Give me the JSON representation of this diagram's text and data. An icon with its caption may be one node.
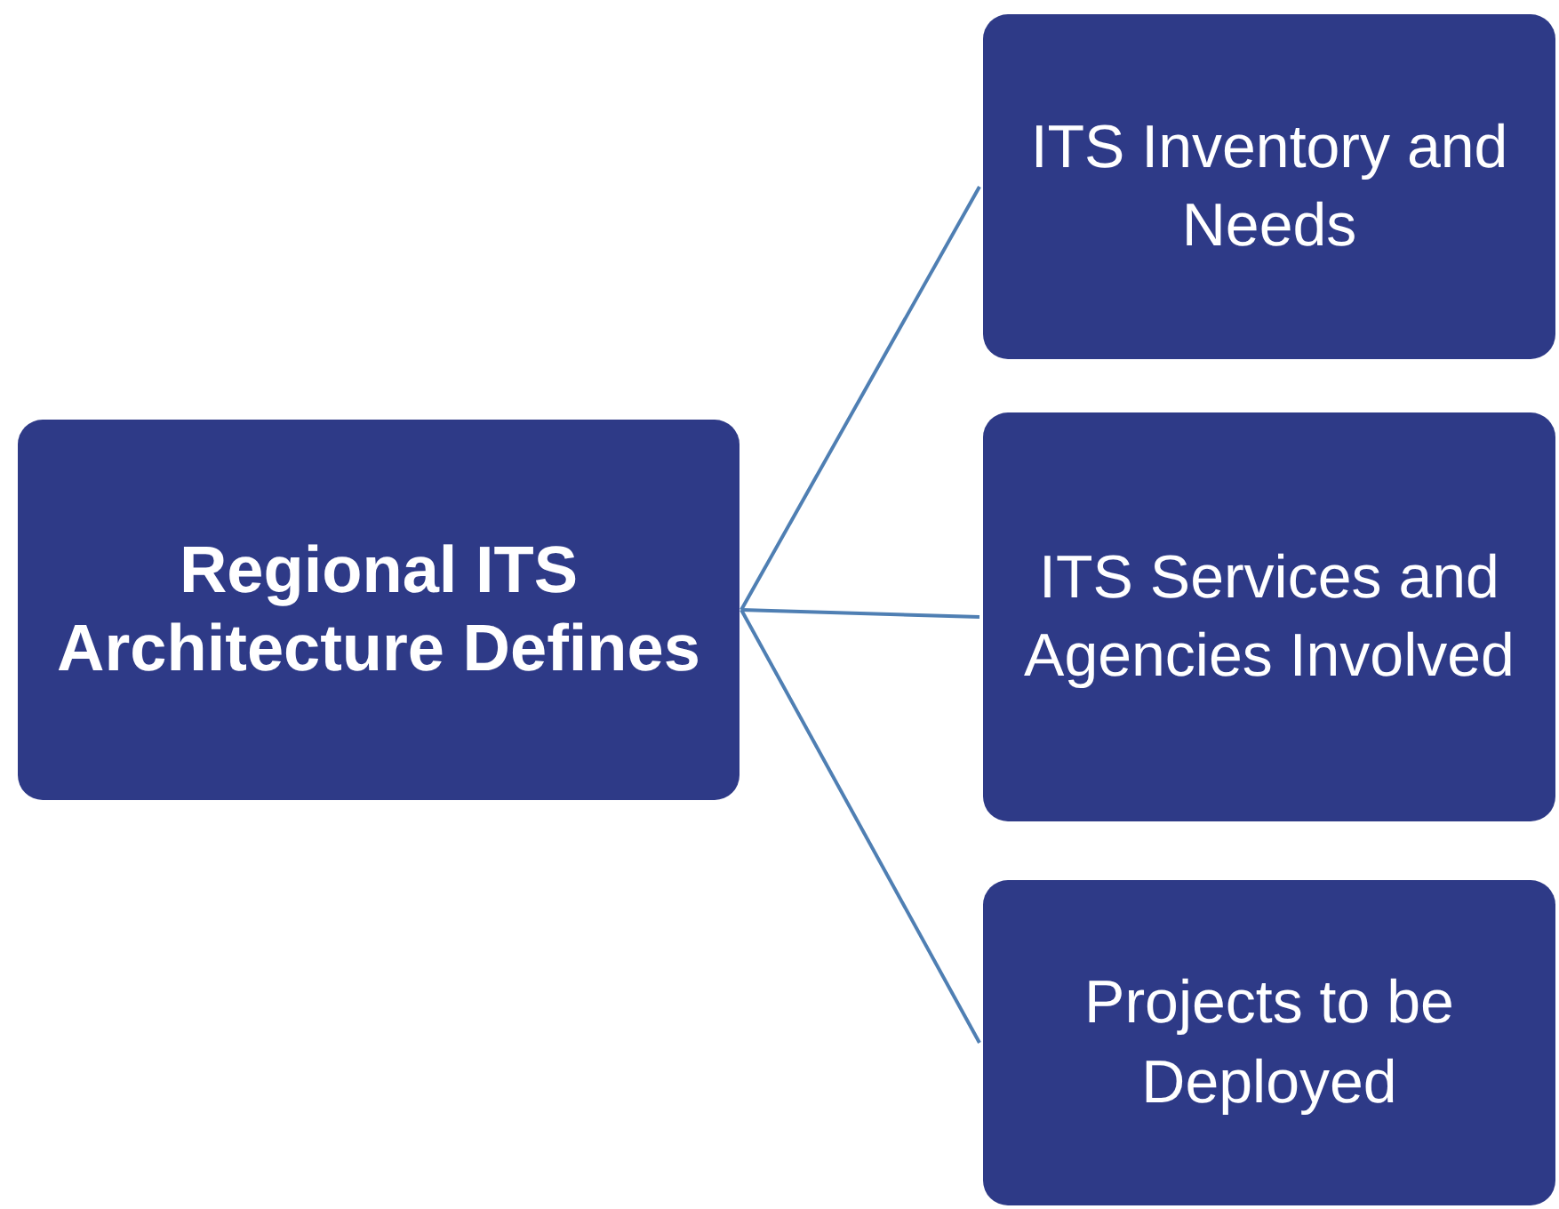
{
  "diagram": {
    "nodes": [
      {
        "text": [
          "Regional ITS Architecture Defines"
        ]
      },
      {
        "text": [
          "ITS Inventory and Needs"
        ]
      },
      {
        "text": [
          "ITS Services and Agencies Involved"
        ]
      },
      {
        "text": [
          "Projects to be Deployed"
        ]
      }
    ],
    "edges": [
      {
        "from": 0,
        "to": 1,
        "arrow": "none"
      },
      {
        "from": 0,
        "to": 2,
        "arrow": "none"
      },
      {
        "from": 0,
        "to": 3,
        "arrow": "none"
      }
    ]
  }
}
